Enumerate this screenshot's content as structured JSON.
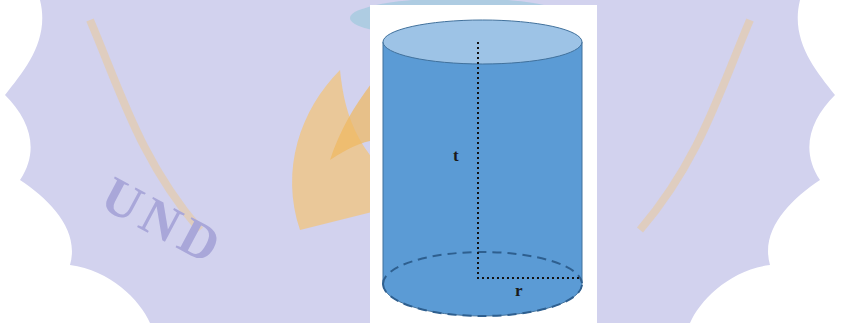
{
  "diagram": {
    "labels": [
      "UND",
      "t",
      "r"
    ]
  }
}
